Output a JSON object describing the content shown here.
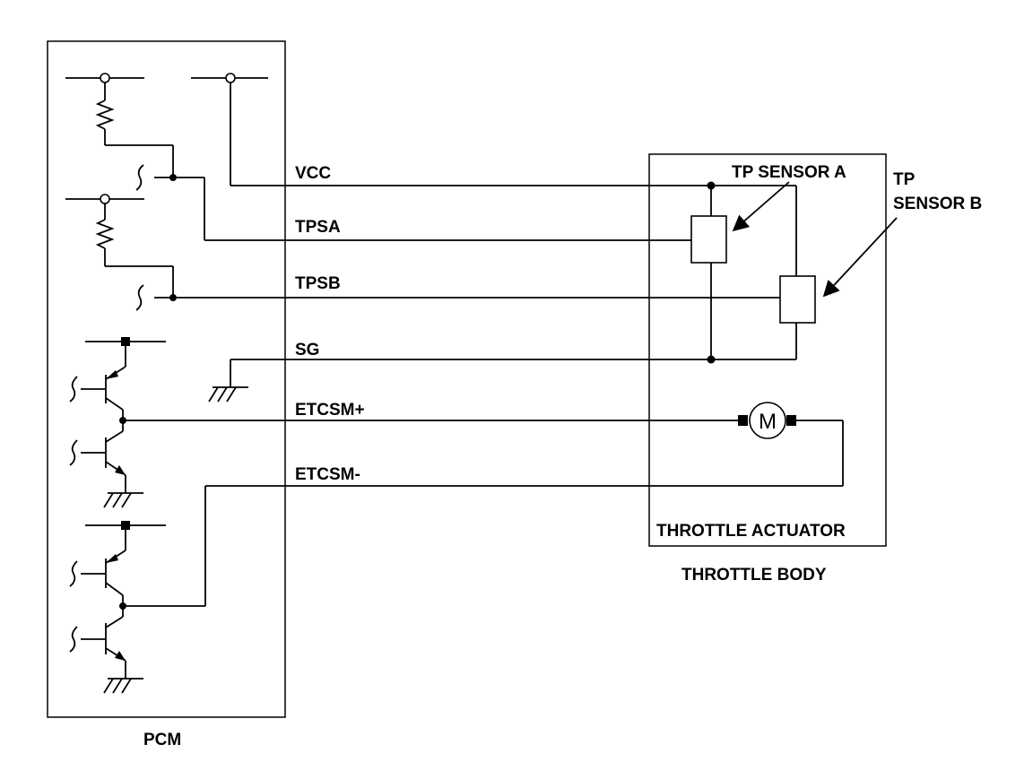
{
  "labels": {
    "pcm": "PCM",
    "throttle_actuator": "THROTTLE ACTUATOR",
    "throttle_body": "THROTTLE BODY",
    "tp_sensor_a": "TP SENSOR A",
    "tp_sensor_b_line1": "TP",
    "tp_sensor_b_line2": "SENSOR B",
    "motor": "M"
  },
  "wires": {
    "vcc": "VCC",
    "tpsa": "TPSA",
    "tpsb": "TPSB",
    "sg": "SG",
    "etcsm_plus": "ETCSM+",
    "etcsm_minus": "ETCSM-"
  }
}
